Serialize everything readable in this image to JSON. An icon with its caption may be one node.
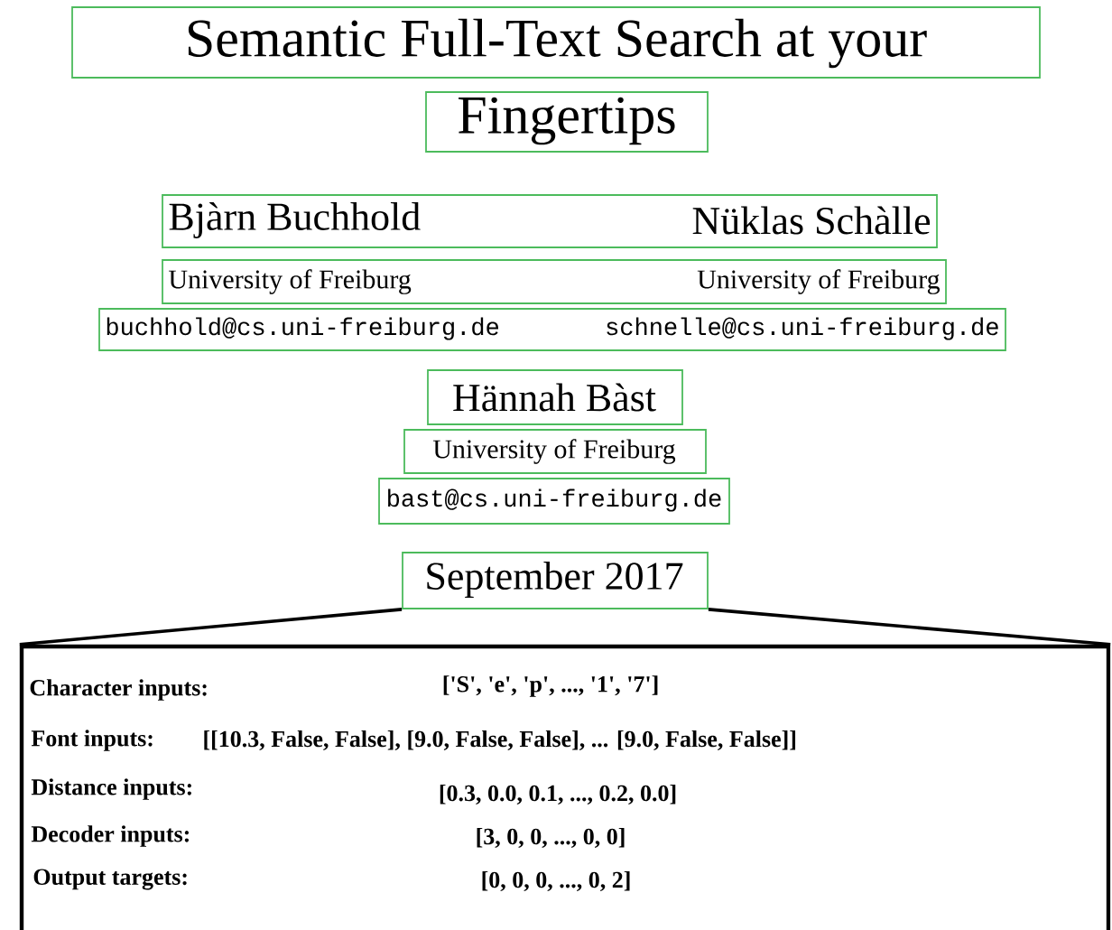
{
  "diagram": {
    "nodes": [
      {
        "text": [
          "Semantic Full-Text Search at your"
        ]
      },
      {
        "text": [
          "Fingertips"
        ]
      },
      {
        "text": [
          "Bjàrn Buchhold",
          "Nüklas Schàlle"
        ]
      },
      {
        "text": [
          "University of Freiburg",
          "University of Freiburg"
        ]
      },
      {
        "text": [
          "buchhold@cs.uni-freiburg.de",
          "schnelle@cs.uni-freiburg.de"
        ]
      },
      {
        "text": [
          "Hännah Bàst"
        ]
      },
      {
        "text": [
          "University of Freiburg"
        ]
      },
      {
        "text": [
          "bast@cs.uni-freiburg.de"
        ]
      },
      {
        "text": [
          "September 2017"
        ]
      },
      {
        "text": [
          "Character inputs:",
          "['S', 'e', 'p', ..., '1', '7']",
          "Font inputs:",
          "[[10.3, False, False], [9.0, False, False], ... [9.0, False, False]]",
          "Distance inputs:",
          "[0.3, 0.0, 0.1, ..., 0.2, 0.0]",
          "Decoder inputs:",
          "[3, 0, 0, ..., 0, 0]",
          "Output targets:",
          "[0, 0, 0, ..., 0, 2]"
        ]
      }
    ],
    "edges": [
      {
        "from": 8,
        "to": 9,
        "arrow": "none"
      },
      {
        "from": 8,
        "to": 9,
        "arrow": "none"
      }
    ]
  }
}
